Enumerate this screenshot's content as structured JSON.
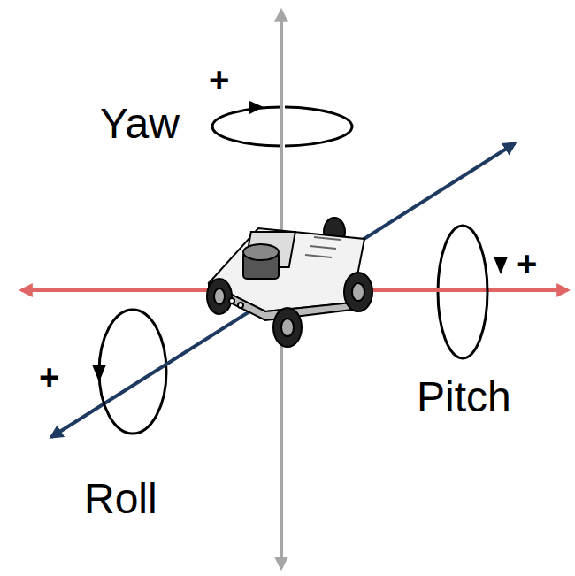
{
  "diagram": {
    "labels": [
      "+",
      "Yaw",
      "+",
      "Pitch",
      "+",
      "Roll"
    ]
  }
}
